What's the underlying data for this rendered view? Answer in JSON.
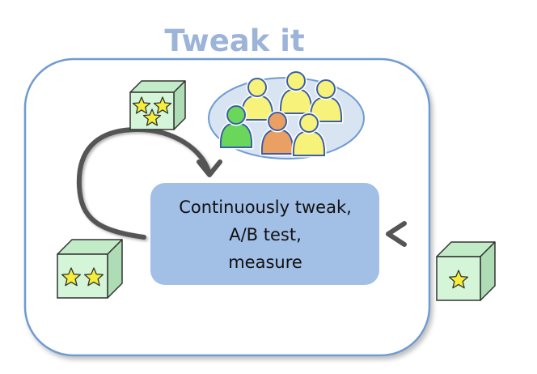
{
  "title": "Tweak it",
  "process_box": {
    "lines": [
      "Continuously tweak,",
      "A/B test,",
      "measure"
    ]
  },
  "product_boxes": [
    {
      "name": "product-box-three-stars",
      "stars": 3
    },
    {
      "name": "product-box-two-stars",
      "stars": 2
    },
    {
      "name": "product-box-one-star",
      "stars": 1
    }
  ],
  "audience_group": {
    "people": [
      {
        "color": "yellow"
      },
      {
        "color": "yellow"
      },
      {
        "color": "yellow"
      },
      {
        "color": "green"
      },
      {
        "color": "orange"
      },
      {
        "color": "yellow"
      }
    ]
  },
  "colors": {
    "title": "#9db4d9",
    "frame_border": "#6f9bd1",
    "process_fill": "#a2bfe6",
    "box_front": "#d4f5d8",
    "box_side": "#aedcb4",
    "box_top": "#c2ecc8",
    "star": "#f4ee3a",
    "arrow": "#555555",
    "ellipse_fill": "#d9e4f3",
    "ellipse_stroke": "#6f9bd1",
    "person_yellow": "#f7f27a",
    "person_green": "#6ad65a",
    "person_orange": "#eba063",
    "person_stroke": "#3a5fa8"
  }
}
